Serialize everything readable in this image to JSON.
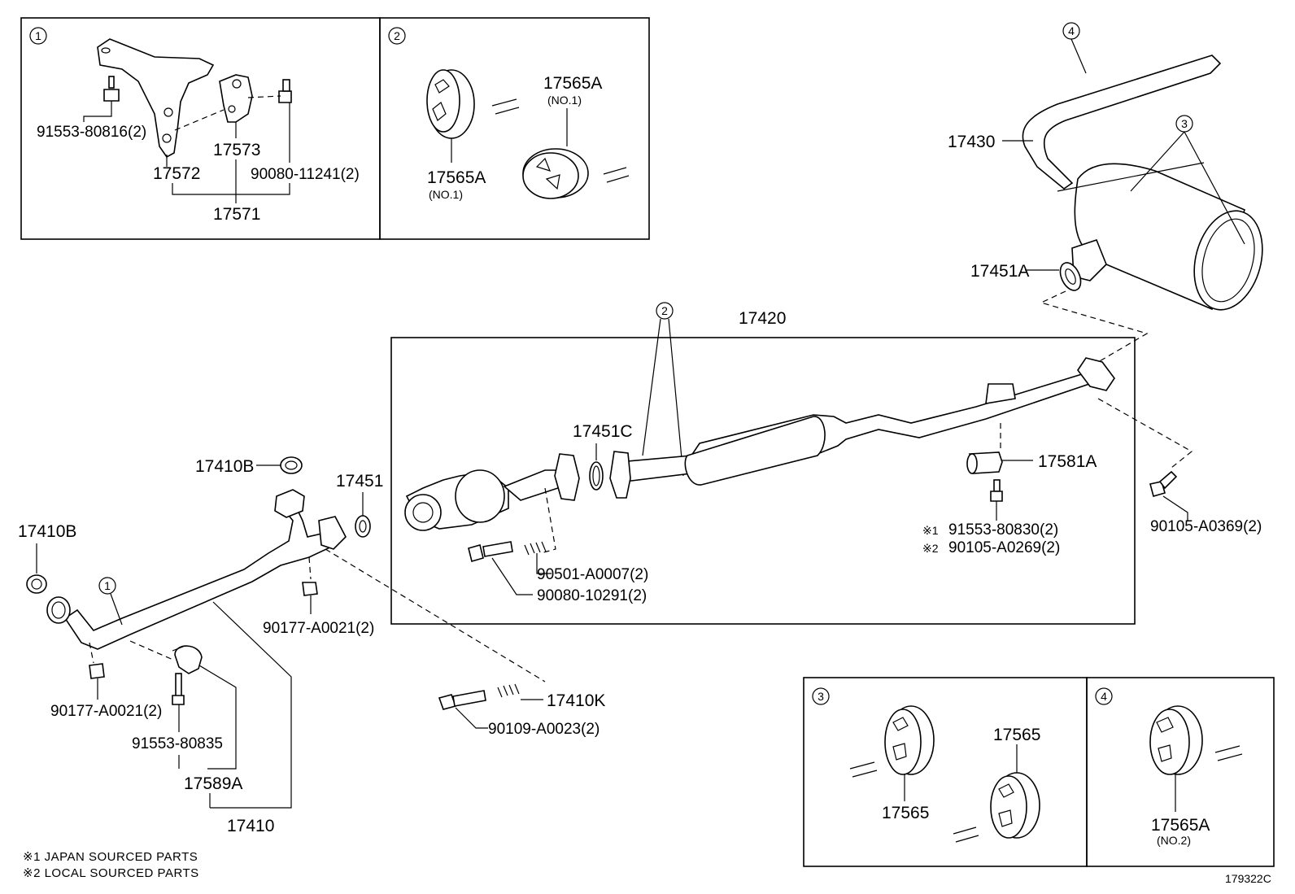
{
  "callouts": {
    "c1": "1",
    "c2": "2",
    "c3": "3",
    "c4": "4"
  },
  "inset1": {
    "bolt_a": "91553-80816(2)",
    "bracket": "17572",
    "bracket_b": "17573",
    "bolt_b": "90080-11241(2)",
    "assembly": "17571"
  },
  "inset2": {
    "hanger_upper": "17565A",
    "hanger_upper_sub": "(NO.1)",
    "hanger_lower": "17565A",
    "hanger_lower_sub": "(NO.1)"
  },
  "inset3": {
    "hanger_a": "17565",
    "hanger_b": "17565"
  },
  "inset4": {
    "hanger": "17565A",
    "hanger_sub": "(NO.2)"
  },
  "main": {
    "tail_pipe": "17430",
    "gasket_tail": "17451A",
    "center_pipe": "17420",
    "gasket_c": "17451C",
    "sensor": "17581A",
    "sensor_bolt_1": "91553-80830(2)",
    "sensor_bolt_2": "90105-A0269(2)",
    "rear_bolt": "90105-A0369(2)",
    "spring_a": "90501-A0007(2)",
    "bolt_a": "90080-10291(2)",
    "gasket_front": "17410B",
    "gasket_left": "17410B",
    "gasket_mid": "17451",
    "nut_upper": "90177-A0021(2)",
    "nut_lower": "90177-A0021(2)",
    "clamp_bolt": "91553-80835",
    "clamp_assy": "17589A",
    "front_pipe": "17410",
    "spring_k": "17410K",
    "bolt_k": "90109-A0023(2)"
  },
  "notes": {
    "note1": "※1 JAPAN SOURCED PARTS",
    "note2": "※2 LOCAL SOURCED PARTS",
    "mark1": "※1",
    "mark2": "※2",
    "figure_id": "179322C"
  }
}
